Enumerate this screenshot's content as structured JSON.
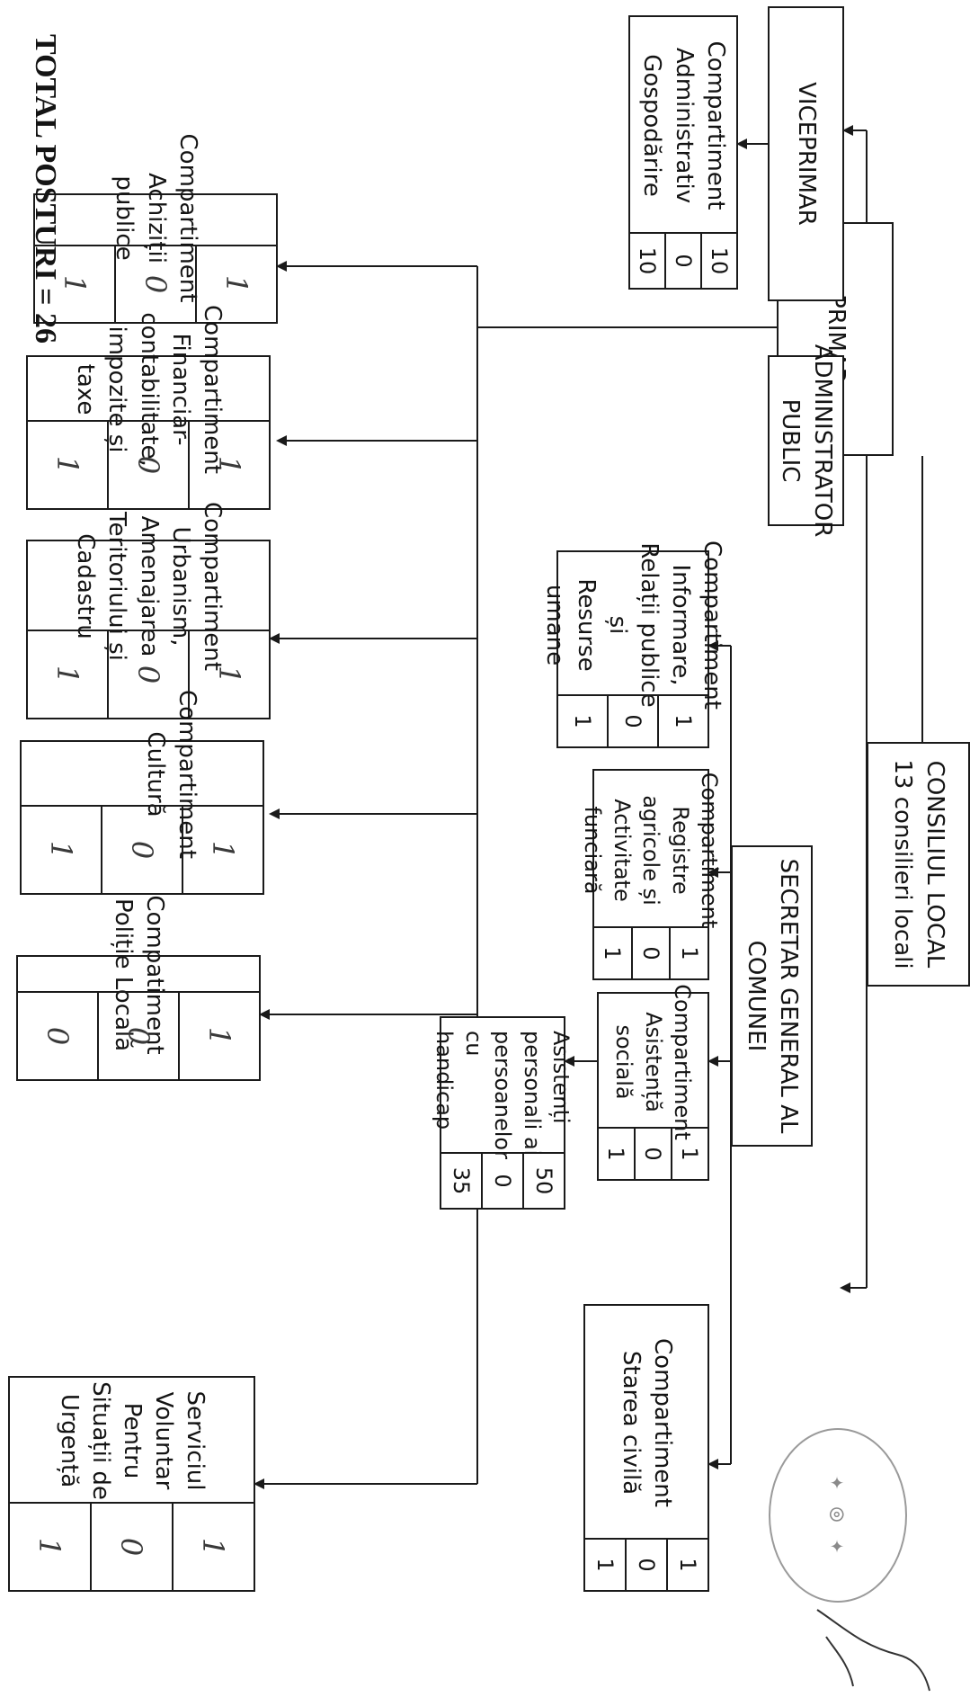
{
  "total_label": "TOTAL POSTURI = 26",
  "primar": "PRIMAR",
  "viceprimar": "VICEPRIMAR",
  "administrator": "ADMINISTRATOR\nPUBLIC",
  "consiliu": "CONSILIUL  LOCAL\n13 consilieri locali",
  "secretar": "SECRETAR GENERAL  AL\nCOMUNEI",
  "gospodarire": {
    "label": "Compartiment\nAdministrativ\nGospodărire",
    "counts": [
      "10",
      "0",
      "10"
    ]
  },
  "informare": {
    "label": "Compartiment\nInformare,\nRelații publice și\nResurse umane",
    "counts": [
      "1",
      "0",
      "1"
    ]
  },
  "registre": {
    "label": "Compartiment\nRegistre agricole și\nActivitate funciară",
    "counts": [
      "1",
      "0",
      "1"
    ]
  },
  "asistenta": {
    "label": "Compartiment\nAsistență socială",
    "counts": [
      "1",
      "0",
      "1"
    ]
  },
  "asistenti": {
    "label": "Asistenți\npersonali ai\npersoanelor cu\nhandicap",
    "counts": [
      "50",
      "0",
      "35"
    ]
  },
  "stare_civila": {
    "label": "Compartiment\nStarea civilă",
    "counts": [
      "1",
      "0",
      "1"
    ]
  },
  "achizitii": {
    "label": "Compartiment\nAchiziții publice",
    "counts": [
      "1",
      "0",
      "1"
    ]
  },
  "financiar": {
    "label": "Compartiment\nFinanciar-\ncontabilitate,\nimpozite și taxe",
    "counts": [
      "1",
      "0",
      "1"
    ]
  },
  "urbanism": {
    "label": "Compartiment\nUrbanism,\nAmenajarea\nTeritoriului și\nCadastru",
    "counts": [
      "1",
      "0",
      "1"
    ]
  },
  "cultura": {
    "label": "Compartiment\nCultură",
    "counts": [
      "1",
      "0",
      "1"
    ]
  },
  "politie": {
    "label": "Compatiment\nPoliție Locală",
    "counts": [
      "1",
      "0",
      "0"
    ]
  },
  "serviciul": {
    "label": "Serviciul\nVoluntar\nPentru  Situații de\nUrgență",
    "counts": [
      "1",
      "0",
      "1"
    ]
  }
}
